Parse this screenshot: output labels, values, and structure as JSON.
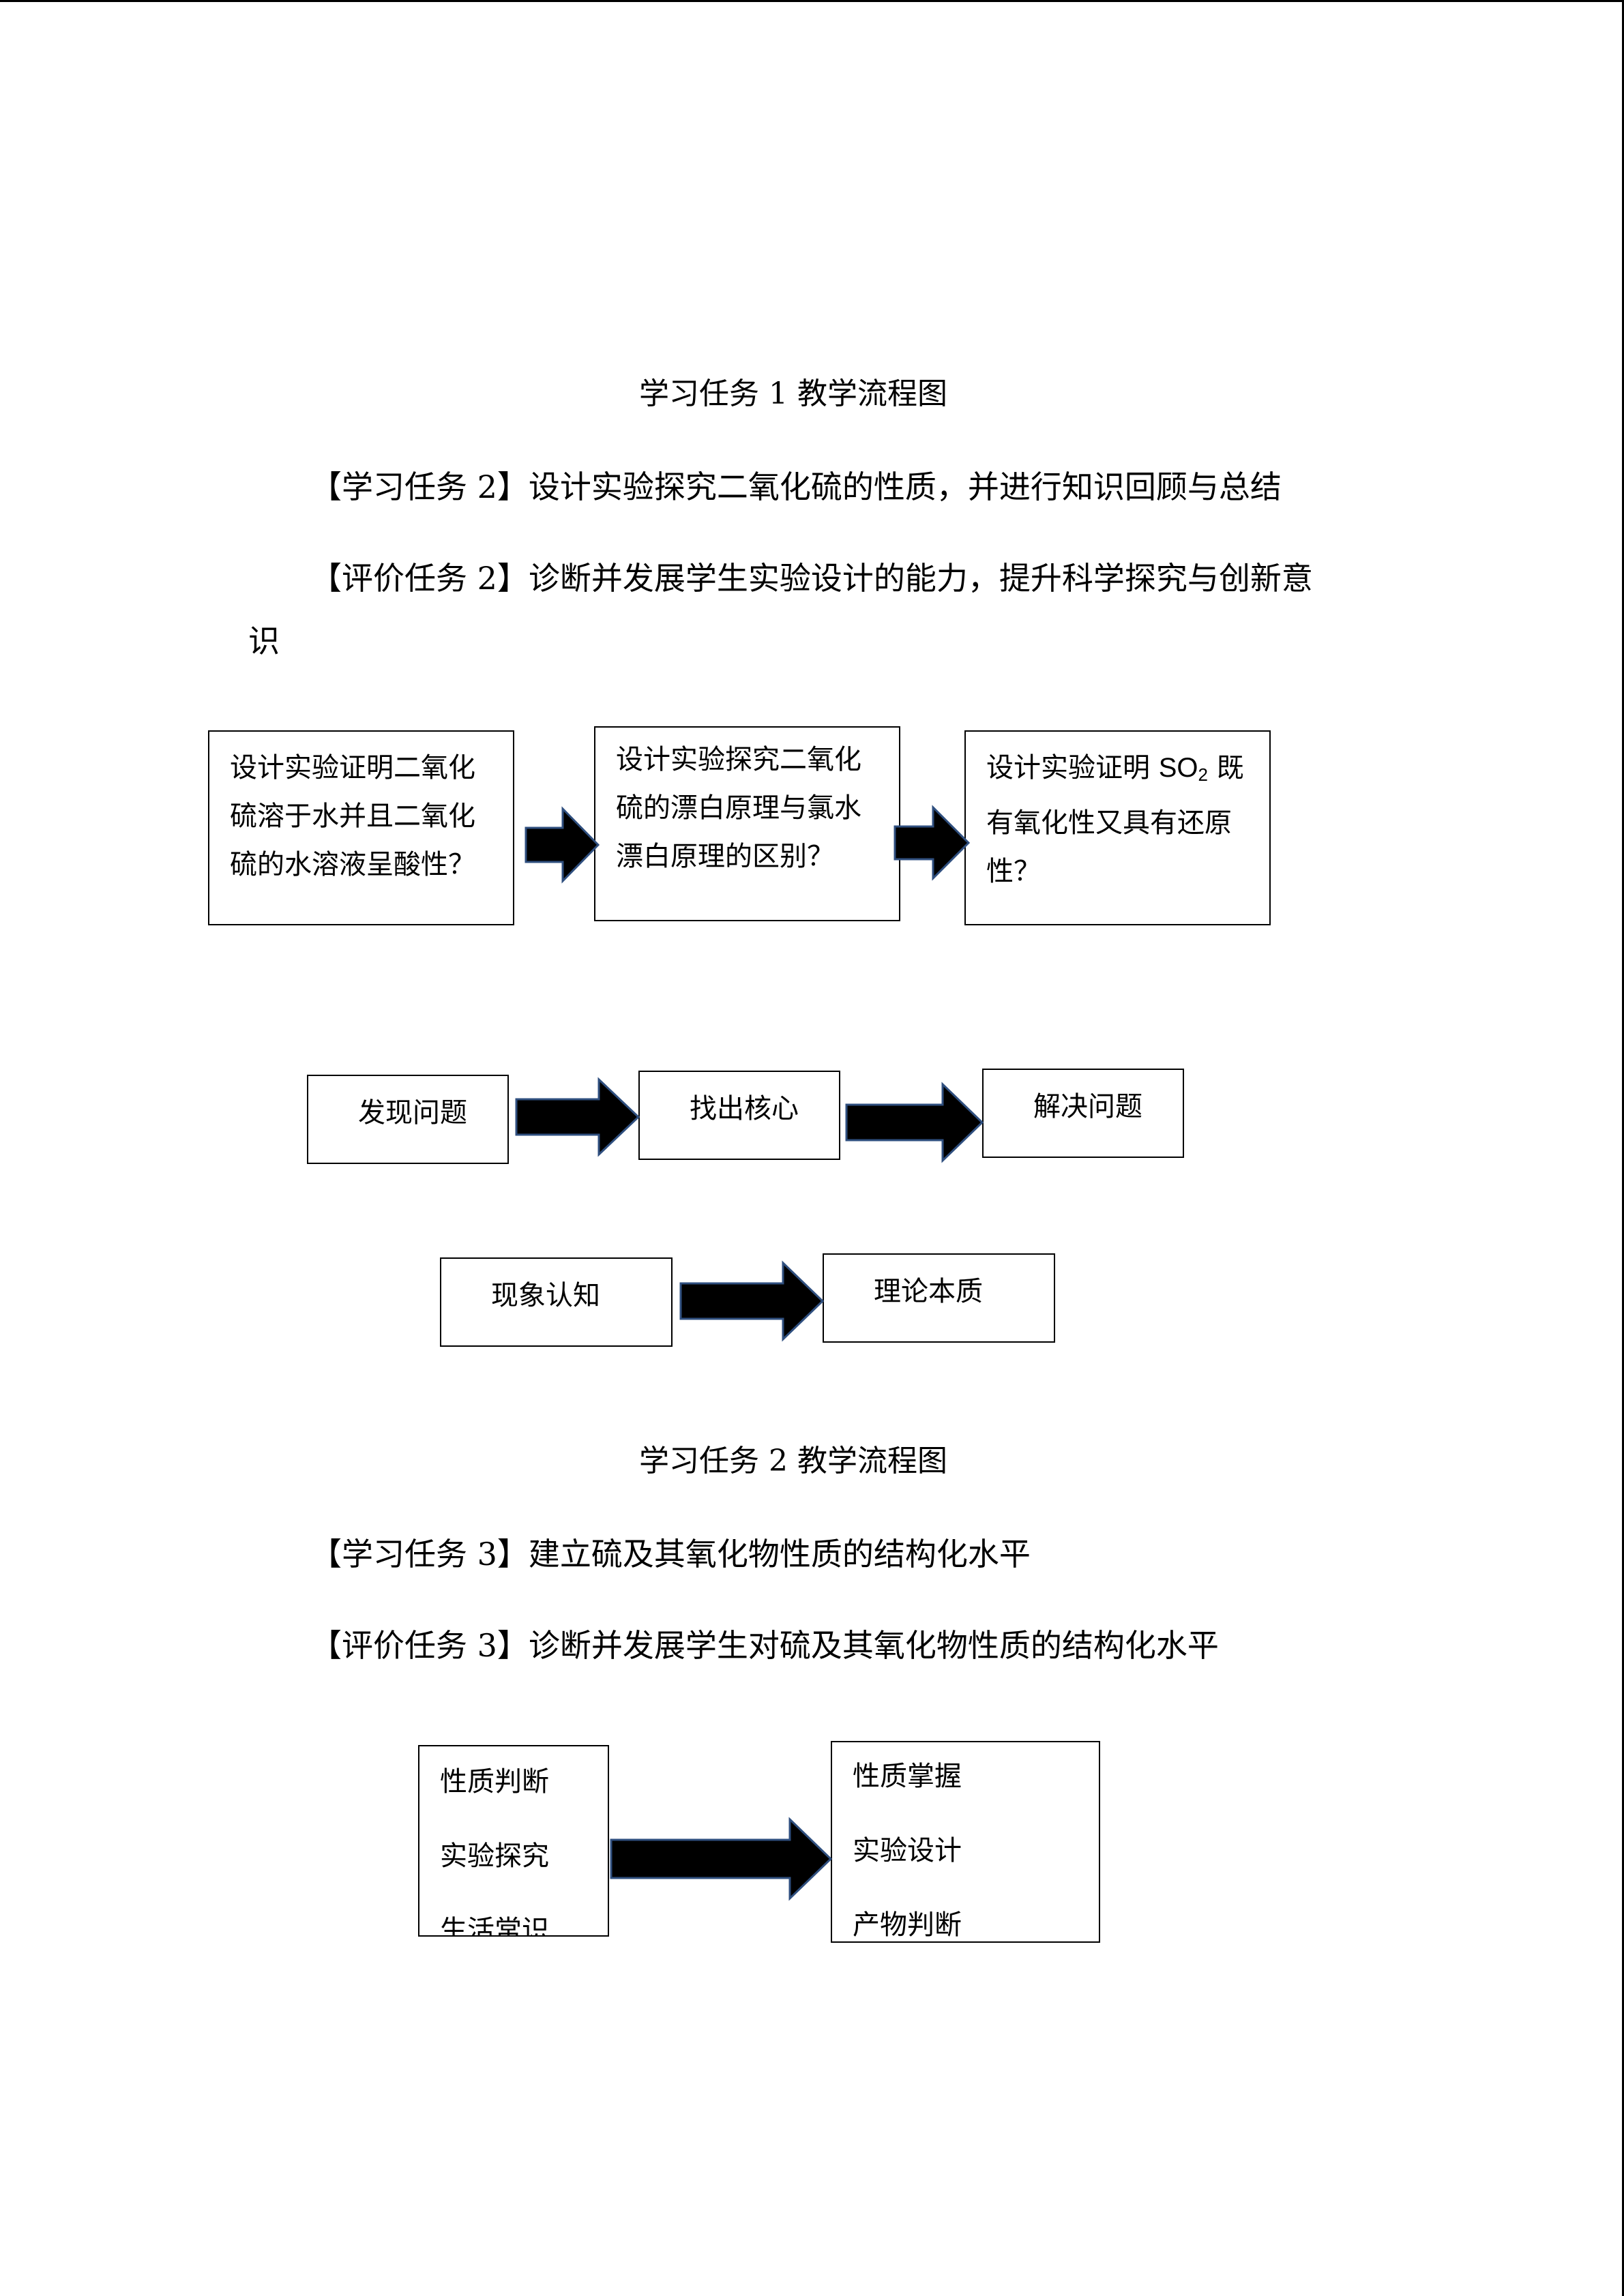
{
  "caption1": "学习任务 1 教学流程图",
  "task2": {
    "learning": "【学习任务 2】设计实验探究二氧化硫的性质，并进行知识回顾与总结",
    "evaluation_line1": "【评价任务 2】诊断并发展学生实验设计的能力，提升科学探究与创新意",
    "evaluation_line2": "识"
  },
  "flow1": {
    "box1": [
      "设计实验证明二氧化",
      "硫溶于水并且二氧化",
      "硫的水溶液呈酸性？"
    ],
    "box2": [
      "设计实验探究二氧化",
      "硫的漂白原理与氯水",
      "漂白原理的区别？"
    ],
    "box3": {
      "line1_prefix": "设计实验证明 ",
      "formula": "SO",
      "formula_sub": "2",
      "line1_suffix": " 既",
      "line2": "有氧化性又具有还原",
      "line3": "性？"
    }
  },
  "flow2": {
    "step1": "发现问题",
    "step2": "找出核心",
    "step3": "解决问题"
  },
  "flow3": {
    "step1": "现象认知",
    "step2": "理论本质"
  },
  "caption2": "学习任务 2 教学流程图",
  "task3": {
    "learning": "【学习任务 3】建立硫及其氧化物性质的结构化水平",
    "evaluation": "【评价任务 3】诊断并发展学生对硫及其氧化物性质的结构化水平"
  },
  "flow4": {
    "left_items": [
      "性质判断",
      "实验探究",
      "生活常识"
    ],
    "right_items": [
      "性质掌握",
      "实验设计",
      "产物判断"
    ]
  }
}
